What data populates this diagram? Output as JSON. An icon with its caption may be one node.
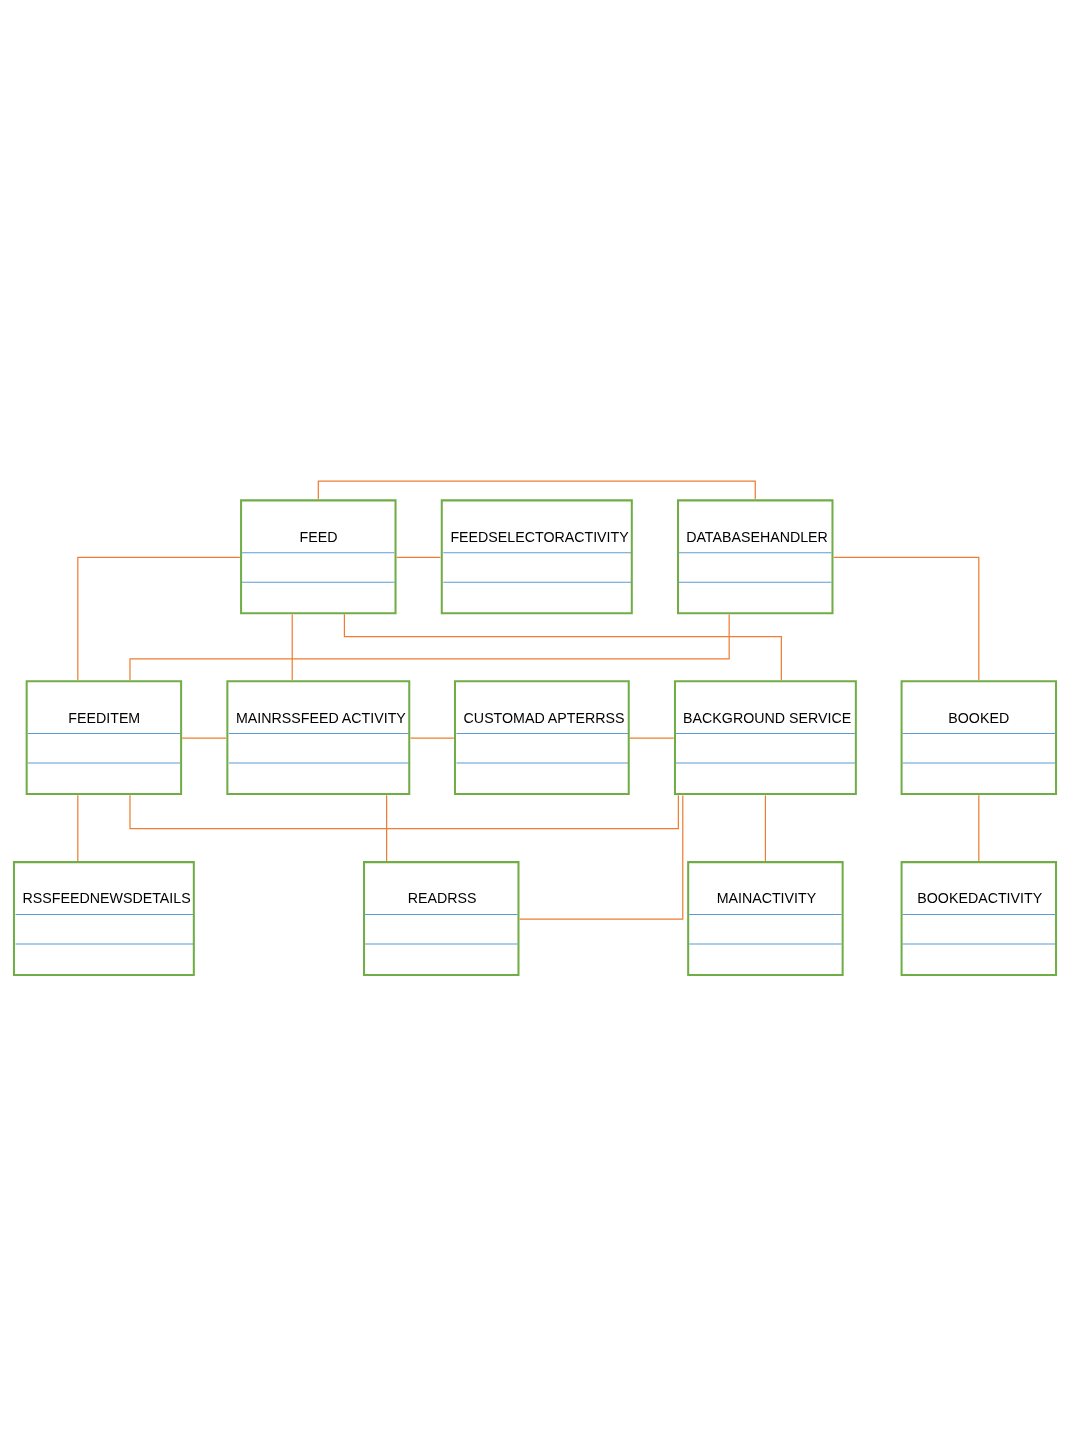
{
  "diagram": {
    "nodes": [
      {
        "text": [
          "FEED"
        ]
      },
      {
        "text": [
          "FEEDSELECTORACTIVITY"
        ]
      },
      {
        "text": [
          "DATABASEHANDLER"
        ]
      },
      {
        "text": [
          "FEEDITEM"
        ]
      },
      {
        "text": [
          "MAINRSSFEED ACTIVITY"
        ]
      },
      {
        "text": [
          "CUSTOMAD APTERRSS"
        ]
      },
      {
        "text": [
          "BACKGROUND SERVICE"
        ]
      },
      {
        "text": [
          "RSSFEEDNEWSDETAILS"
        ]
      },
      {
        "text": [
          "READRSS"
        ]
      },
      {
        "text": [
          "MAINACTIVITY"
        ]
      },
      {
        "text": [
          "BOOKED"
        ]
      },
      {
        "text": [
          "BOOKEDACTIVITY"
        ]
      }
    ],
    "edges": [
      {
        "from": 0,
        "to": 2,
        "arrow": "none"
      },
      {
        "from": 0,
        "to": 1,
        "arrow": "none"
      },
      {
        "from": 0,
        "to": 4,
        "arrow": "none"
      },
      {
        "from": 0,
        "to": 3,
        "arrow": "none"
      },
      {
        "from": 0,
        "to": 6,
        "arrow": "none"
      },
      {
        "from": 2,
        "to": 3,
        "arrow": "none"
      },
      {
        "from": 2,
        "to": 10,
        "arrow": "none"
      },
      {
        "from": 3,
        "to": 4,
        "arrow": "none"
      },
      {
        "from": 4,
        "to": 5,
        "arrow": "none"
      },
      {
        "from": 5,
        "to": 6,
        "arrow": "none"
      },
      {
        "from": 3,
        "to": 6,
        "arrow": "none"
      },
      {
        "from": 3,
        "to": 7,
        "arrow": "none"
      },
      {
        "from": 4,
        "to": 8,
        "arrow": "none"
      },
      {
        "from": 6,
        "to": 9,
        "arrow": "none"
      },
      {
        "from": 6,
        "to": 8,
        "arrow": "none"
      },
      {
        "from": 10,
        "to": 11,
        "arrow": "none"
      }
    ]
  }
}
